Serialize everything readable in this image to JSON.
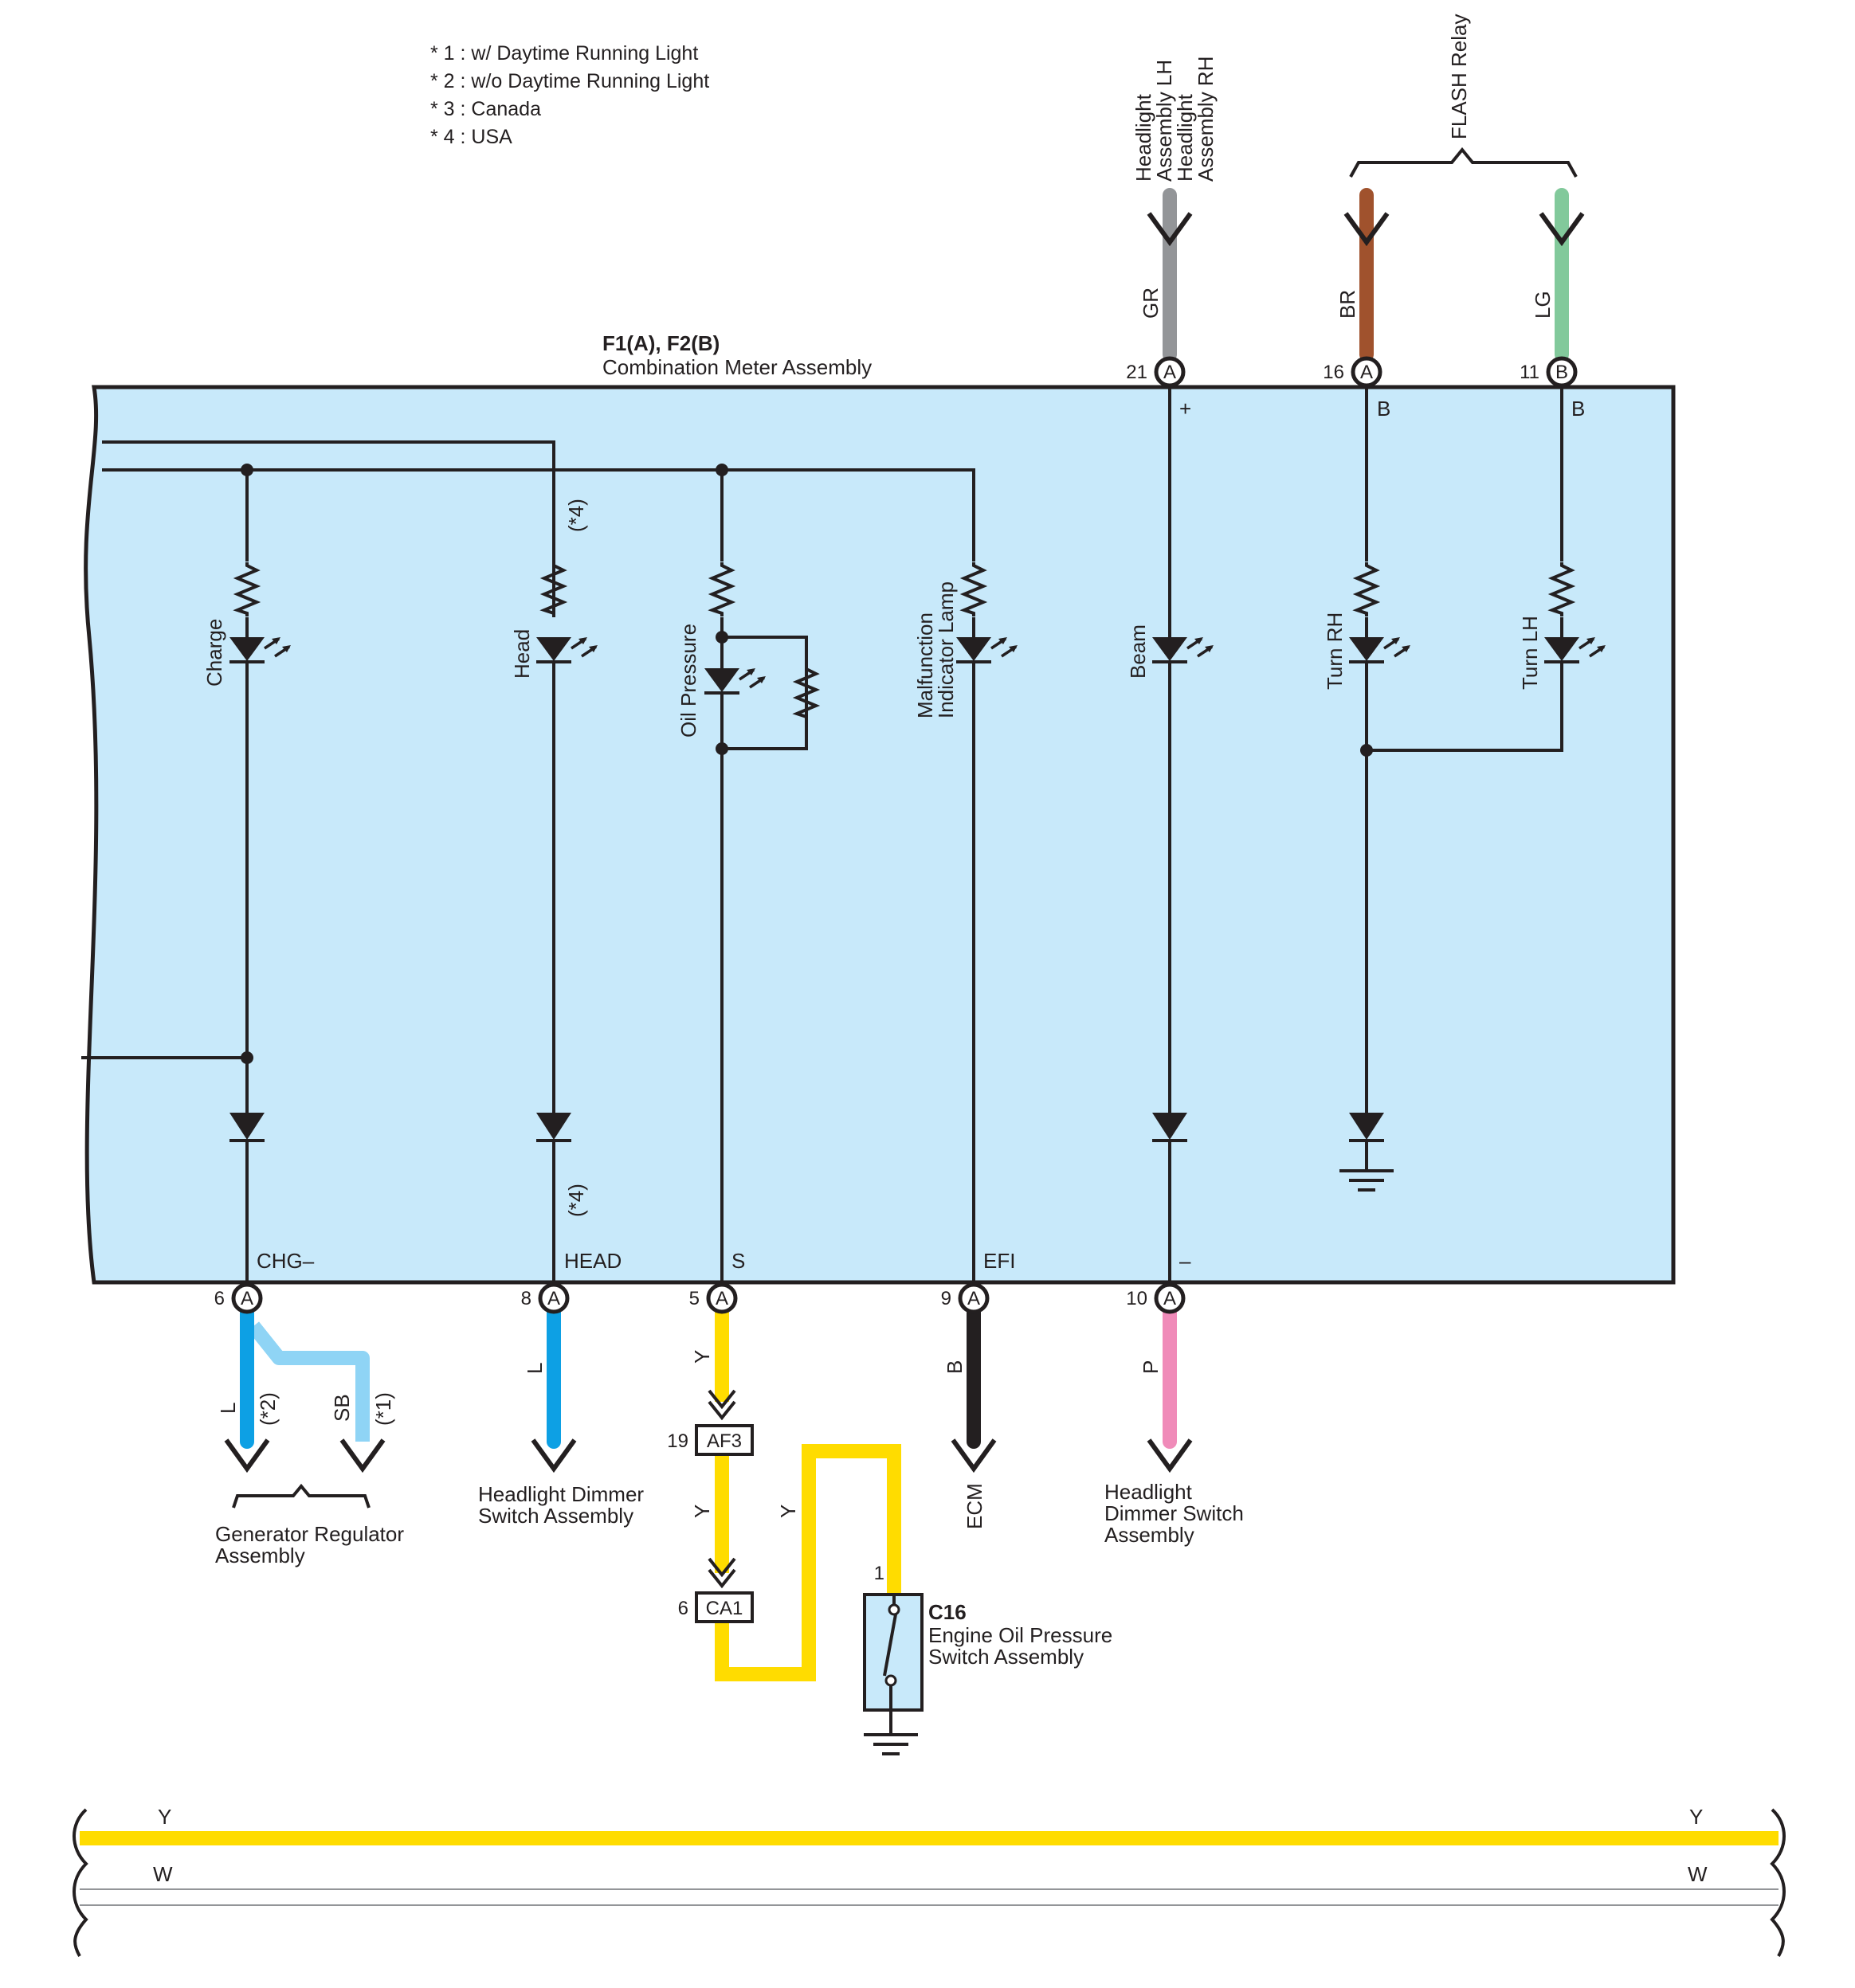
{
  "notes": [
    "* 1 : w/ Daytime Running Light",
    "* 2 : w/o Daytime Running Light",
    "* 3 : Canada",
    "* 4 : USA"
  ],
  "meter": {
    "code": "F1(A), F2(B)",
    "name": "Combination Meter Assembly"
  },
  "top_destinations": {
    "headlight": [
      "Headlight",
      "Assembly LH",
      "Headlight",
      "Assembly RH"
    ],
    "flash_relay": "FLASH Relay"
  },
  "top_wires": [
    {
      "color_code": "GR",
      "pin": "21",
      "connector": "A",
      "terminal": "+",
      "hex": "#939598"
    },
    {
      "color_code": "BR",
      "pin": "16",
      "connector": "A",
      "terminal": "B",
      "hex": "#a0522d"
    },
    {
      "color_code": "LG",
      "pin": "11",
      "connector": "B",
      "terminal": "B",
      "hex": "#82c99b"
    }
  ],
  "lamps": {
    "charge": "Charge",
    "head": "Head",
    "oil": "Oil Pressure",
    "mil": [
      "Malfunction",
      "Indicator Lamp"
    ],
    "beam": "Beam",
    "turn_rh": "Turn RH",
    "turn_lh": "Turn LH"
  },
  "variant_marks": {
    "head_top": "(*4)",
    "head_bottom": "(*4)",
    "gen_l": "(*2)",
    "gen_sb": "(*1)"
  },
  "bottom_terminals": [
    {
      "name": "CHG–",
      "pin": "6",
      "connector": "A"
    },
    {
      "name": "HEAD",
      "pin": "8",
      "connector": "A"
    },
    {
      "name": "S",
      "pin": "5",
      "connector": "A"
    },
    {
      "name": "EFI",
      "pin": "9",
      "connector": "A"
    },
    {
      "name": "–",
      "pin": "10",
      "connector": "A"
    }
  ],
  "bottom_wires": {
    "gen_l": "L",
    "gen_sb": "SB",
    "head": "L",
    "oil_1": "Y",
    "oil_2": "Y",
    "oil_3": "Y",
    "efi": "B",
    "beam": "P"
  },
  "junctions": {
    "af3": {
      "pin": "19",
      "code": "AF3"
    },
    "ca1": {
      "pin": "6",
      "code": "CA1"
    }
  },
  "destinations": {
    "generator": [
      "Generator Regulator",
      "Assembly"
    ],
    "head_dimmer": [
      "Headlight Dimmer",
      "Switch Assembly"
    ],
    "ecm": "ECM",
    "beam_dimmer": [
      "Headlight",
      "Dimmer Switch",
      "Assembly"
    ]
  },
  "oil_switch": {
    "pin": "1",
    "code": "C16",
    "name": [
      "Engine Oil Pressure",
      "Switch Assembly"
    ]
  },
  "legend_wires": [
    {
      "code": "Y",
      "hex": "#ffdc00"
    },
    {
      "code": "W",
      "hex": "#ffffff"
    }
  ],
  "colors": {
    "meter_fill": "#c8e9fa",
    "line": "#231f20",
    "Y": "#ffdc00",
    "L": "#0da0e4",
    "SB": "#8fd4f5",
    "B": "#231f20",
    "P": "#f08bb9",
    "GR": "#939598",
    "BR": "#a0522d",
    "LG": "#82c99b"
  },
  "icons": [
    "led-icon",
    "resistor-icon",
    "diode-icon",
    "ground-icon",
    "switch-icon"
  ]
}
